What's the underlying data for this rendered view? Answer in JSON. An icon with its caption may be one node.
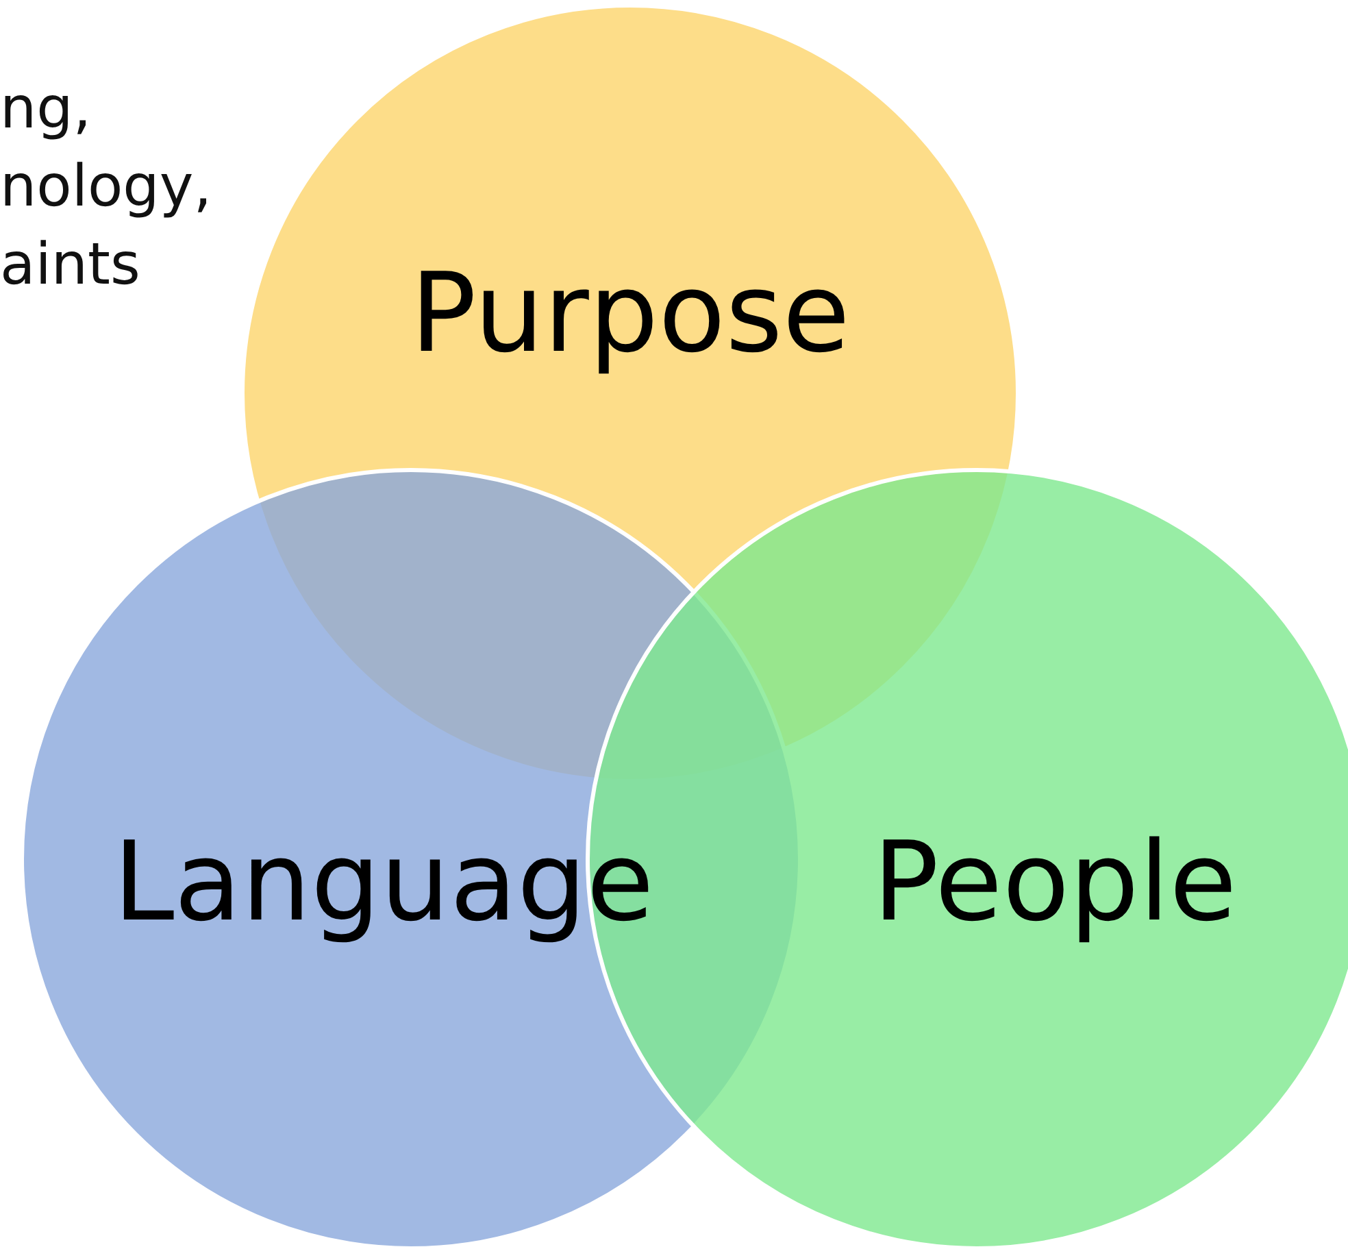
{
  "diagram": {
    "nodes": [
      {
        "text": [
          "Purpose"
        ]
      },
      {
        "text": [
          "Language"
        ]
      },
      {
        "text": [
          "People"
        ]
      }
    ],
    "labels": [
      "ng, nology, aints"
    ]
  }
}
